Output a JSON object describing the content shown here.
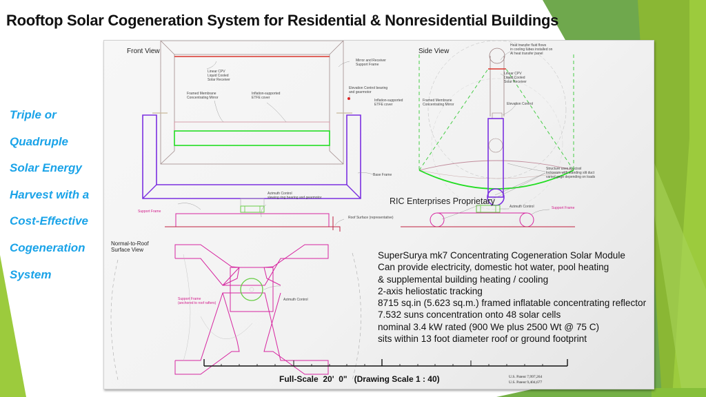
{
  "slide": {
    "title": "Rooftop Solar Cogeneration System for Residential & Nonresidential Buildings",
    "tagline_lines": [
      "Triple or",
      "Quadruple",
      "Solar Energy",
      "Harvest with a",
      "Cost-Effective",
      "Cogeneration",
      "System"
    ],
    "colors": {
      "tagline": "#1aa3e8",
      "accent_green": "#8dc63f",
      "dark_green": "#6aa84f"
    }
  },
  "drawing": {
    "views": {
      "front": "Front View",
      "side": "Side View",
      "normal": "Normal-to-Roof\nSurface View"
    },
    "front_labels": {
      "mirror_receiver_frame": "Mirror and Receiver\nSupport Frame",
      "linear_cpv": "Linear CPV\nLiquid Cooled\nSolar Receiver",
      "framed_membrane": "Framed Membrane\nConcentrating Mirror",
      "etfe_cover": "Inflation-supported\nETFE cover",
      "elevation_control": "Elevation Control bearing\nand gearmotor",
      "etfe_cover_2": "Inflation-supported\nETFE cover",
      "base_frame": "Base Frame",
      "azimuth_control": "Azimuth Control\nslewing ring bearing and gearmotor",
      "support_frame": "Support Frame",
      "roof_surface": "Roof Surface (representative)"
    },
    "side_labels": {
      "heat_transfer": "Heat transfer fluid flows\nin cooling tubes installed on\nAl heat transfer panel",
      "linear_cpv": "Linear CPV\nLiquid Cooled\nSolar Receiver",
      "framed_membrane": "Framed Membrane\nConcentrating Mirror",
      "elevation_control": "Elevation Control",
      "structure": "Structure uses Al scissl\nlockseam with standing slit duct\nvaried gage depending on loads",
      "azimuth_control": "Azimuth Control",
      "support_frame": "Support Frame"
    },
    "plan_labels": {
      "support_frame": "Support Frame\n(anchored to roof rafters)",
      "azimuth_control": "Azimuth Control"
    },
    "proprietary": "RIC Enterprises Proprietary",
    "specs": [
      "SuperSurya mk7 Concentrating Cogeneration Solar Module",
      "Can provide electricity, domestic hot water, pool heating",
      "& supplemental building heating / cooling",
      "2-axis heliostatic tracking",
      "8715 sq.in (5.623 sq.m.) framed inflatable concentrating reflector",
      "7.532 suns concentration onto 48 solar cells",
      "nominal 3.4 kW rated (900 We plus 2500 Wt @ 75 C)",
      "sits within 13 foot diameter roof or ground footprint"
    ],
    "scale": "Full-Scale  20'  0\"   (Drawing Scale 1 : 40)",
    "patents": [
      "U.S. Patent 7,997,264",
      "U.S. Patent 9,404,677"
    ],
    "colors": {
      "base_frame": "#7b2fe0",
      "mirror_green": "#22dd22",
      "support_pink": "#d6249f",
      "receiver_red": "#d9342b",
      "frame_brown": "#9a7f7f"
    }
  }
}
